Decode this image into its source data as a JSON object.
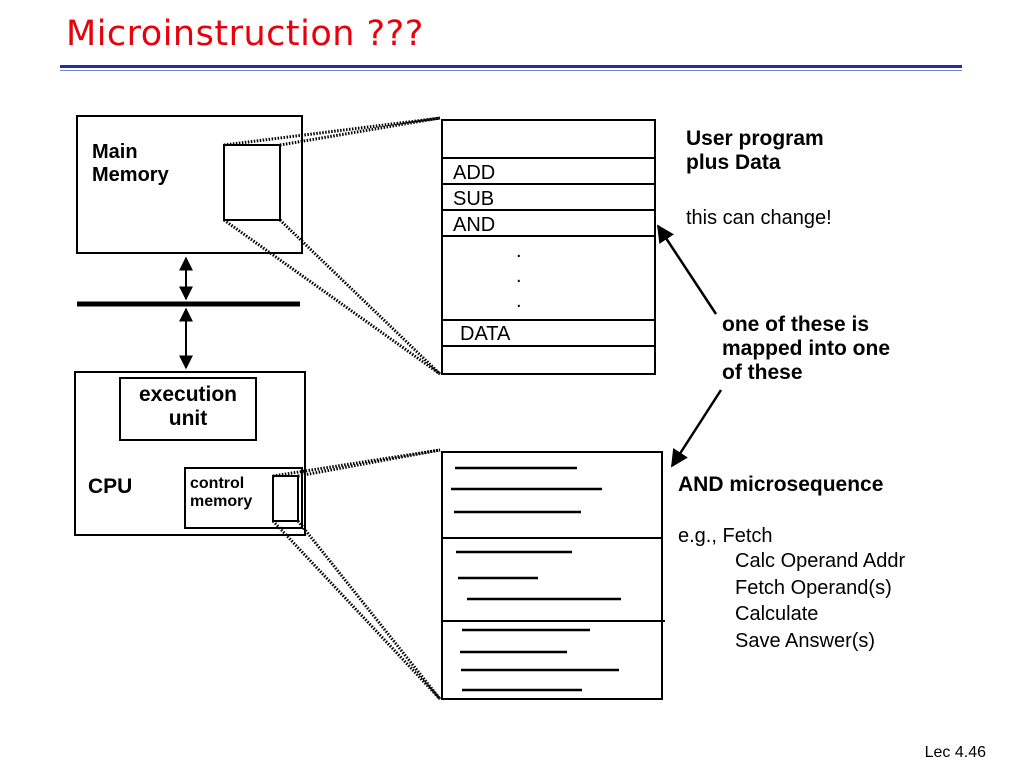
{
  "slide": {
    "title": "Microinstruction ???",
    "footer": "Lec 4.46"
  },
  "diagram": {
    "main_memory_label_1": "Main",
    "main_memory_label_2": "Memory",
    "execution_unit_label_1": "execution",
    "execution_unit_label_2": "unit",
    "cpu_label": "CPU",
    "control_memory_label_1": "control",
    "control_memory_label_2": "memory",
    "program_rows": [
      "ADD",
      "SUB",
      "AND",
      ".",
      ".",
      ".",
      "DATA"
    ],
    "user_program_1": "User program",
    "user_program_2": "plus Data",
    "user_program_note": "this can change!",
    "mapping_note_1": "one of these is",
    "mapping_note_2": "mapped into one",
    "mapping_note_3": "of these",
    "microsequence_title": "AND microsequence",
    "microsequence_steps": [
      "e.g., Fetch",
      "Calc Operand Addr",
      "Fetch Operand(s)",
      "Calculate",
      "Save Answer(s)"
    ]
  },
  "colors": {
    "title": "#e8000b",
    "rule": "#1f2fa0"
  }
}
